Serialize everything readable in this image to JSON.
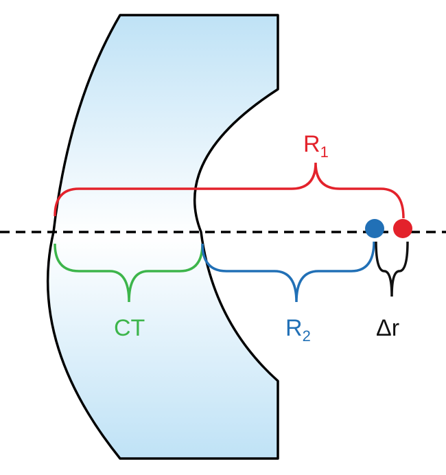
{
  "labels": {
    "r1": {
      "main": "R",
      "sub": "1"
    },
    "r2": {
      "main": "R",
      "sub": "2"
    },
    "ct": "CT",
    "dr": "Δr"
  },
  "colors": {
    "r1": "#e3222b",
    "r2": "#2170b6",
    "ct": "#3db54b",
    "dr": "#111111",
    "lens_edge": "#bfe2f6",
    "lens_center": "#ffffff"
  }
}
